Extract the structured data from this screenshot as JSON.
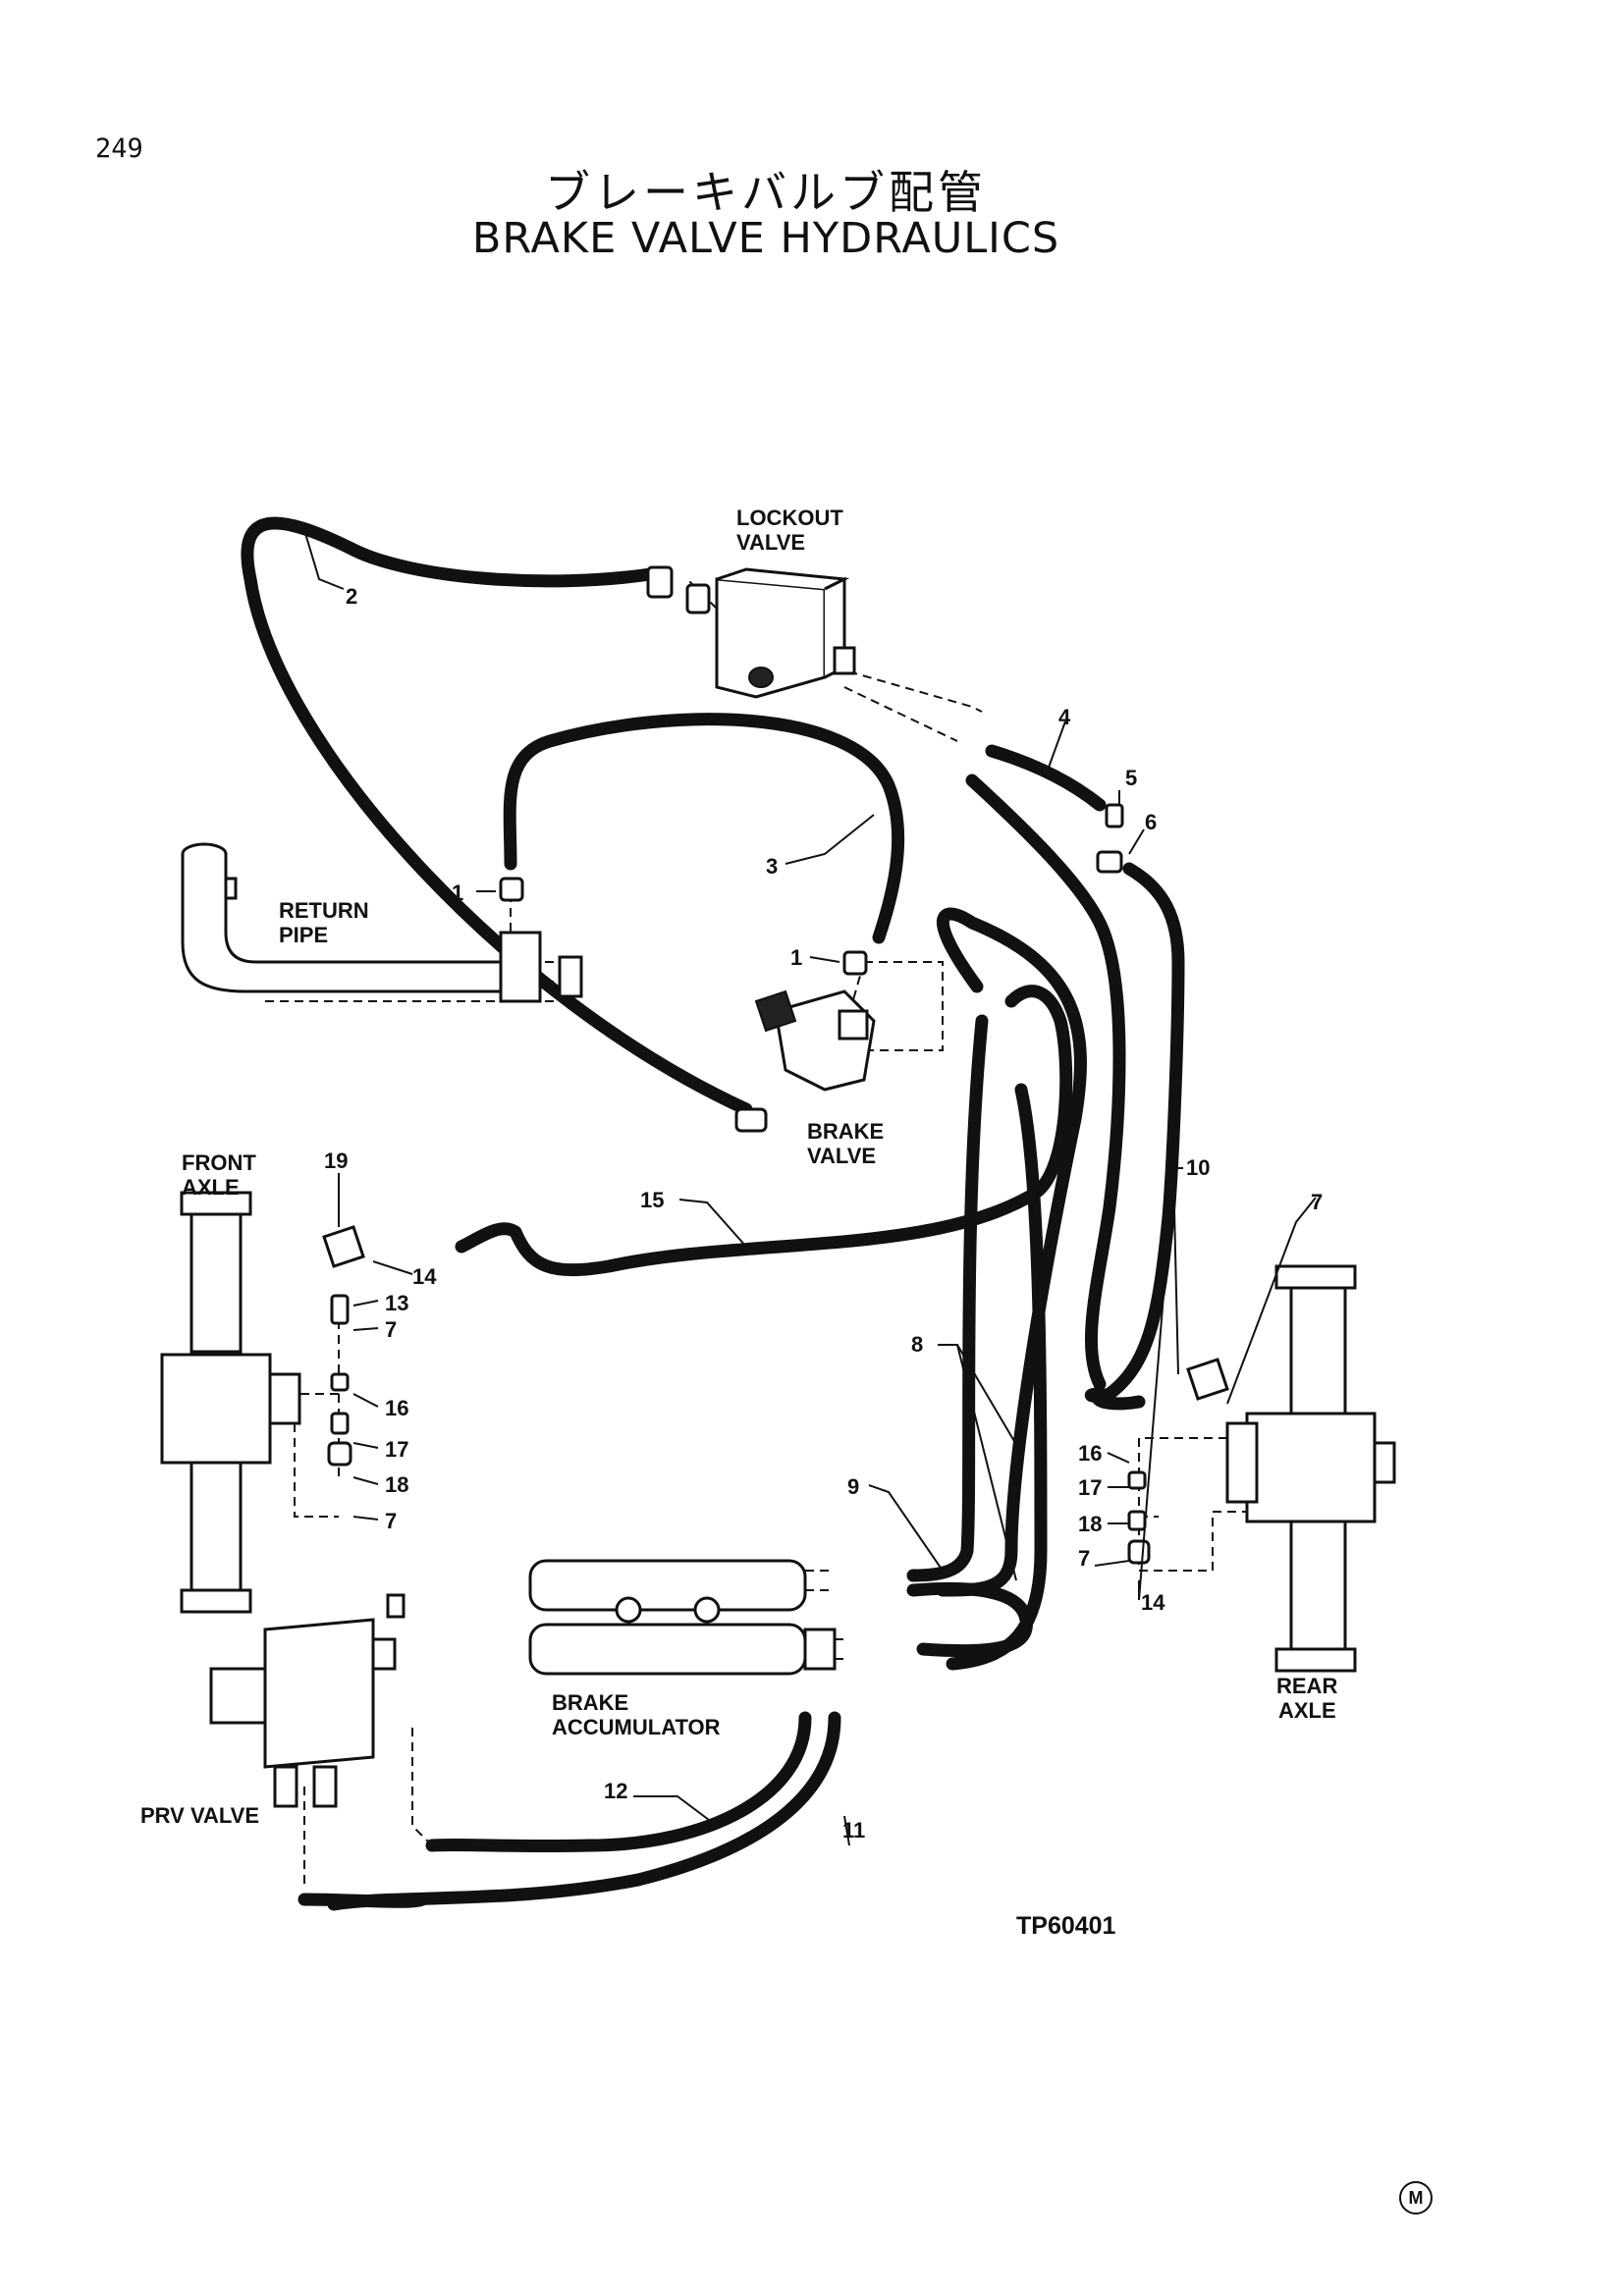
{
  "page_number": "249",
  "title": {
    "japanese": "ブレーキバルブ配管",
    "english": "BRAKE  VALVE  HYDRAULICS"
  },
  "components": {
    "lockout_valve": [
      "LOCKOUT",
      "VALVE"
    ],
    "return_pipe": [
      "RETURN",
      "PIPE"
    ],
    "brake_valve": [
      "BRAKE",
      "VALVE"
    ],
    "front_axle": [
      "FRONT",
      "AXLE"
    ],
    "rear_axle": [
      "REAR",
      "AXLE"
    ],
    "brake_accumulator": [
      "BRAKE",
      "ACCUMULATOR"
    ],
    "prv_valve": "PRV VALVE"
  },
  "callouts": {
    "c1a": "1",
    "c1b": "1",
    "c2": "2",
    "c3": "3",
    "c4": "4",
    "c5": "5",
    "c6": "6",
    "c7a": "7",
    "c7b": "7",
    "c7c": "7",
    "c7d": "7",
    "c8": "8",
    "c9": "9",
    "c10": "10",
    "c11": "11",
    "c12": "12",
    "c13": "13",
    "c14a": "14",
    "c14b": "14",
    "c15": "15",
    "c16a": "16",
    "c16b": "16",
    "c17a": "17",
    "c17b": "17",
    "c18a": "18",
    "c18b": "18",
    "c19": "19"
  },
  "drawing_code": "TP60401",
  "corner_mark": "M"
}
